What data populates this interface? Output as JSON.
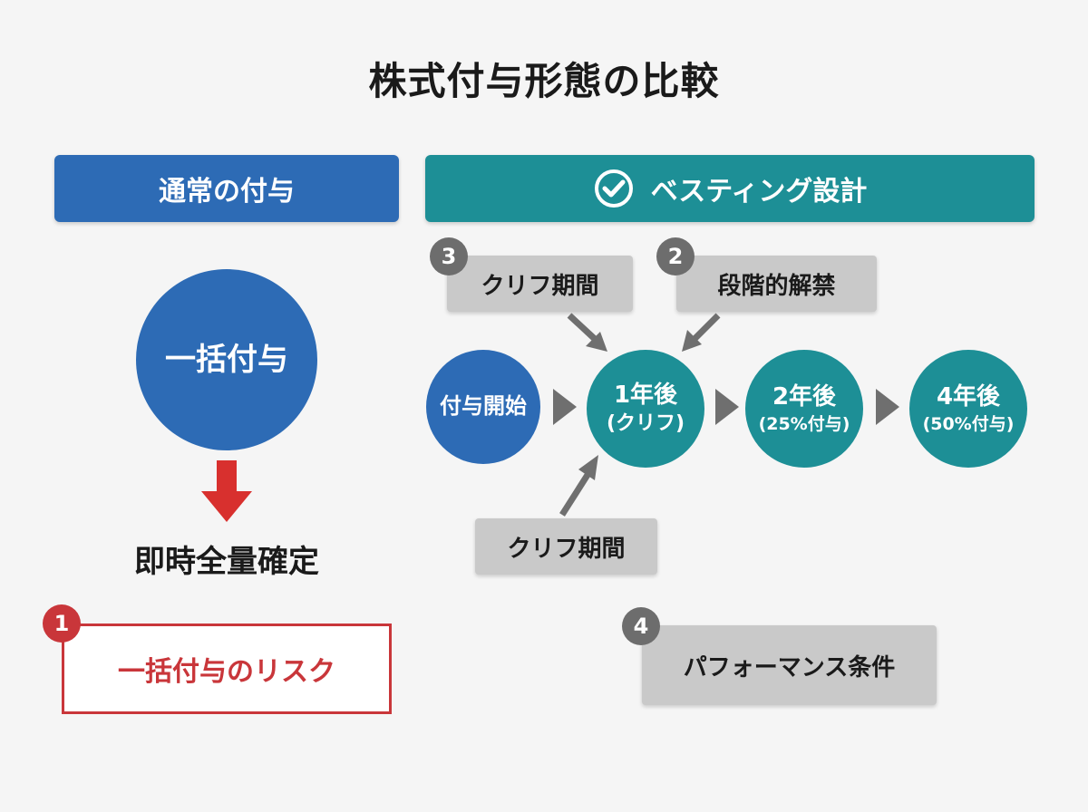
{
  "title": "株式付与形態の比較",
  "left": {
    "header": "通常の付与",
    "circle": "一括付与",
    "result": "即時全量確定",
    "risk": {
      "badge": "1",
      "label": "一括付与のリスク"
    }
  },
  "right": {
    "header": "ベスティング設計",
    "header_icon": "check-circle-icon",
    "timeline": [
      {
        "line1": "付与開始",
        "line2": ""
      },
      {
        "line1": "1年後",
        "line2": "(クリフ)"
      },
      {
        "line1": "2年後",
        "line2": "(25%付与)"
      },
      {
        "line1": "4年後",
        "line2": "(50%付与)"
      }
    ],
    "callouts": [
      {
        "badge": "3",
        "label": "クリフ期間"
      },
      {
        "badge": "2",
        "label": "段階的解禁"
      },
      {
        "badge": "",
        "label": "クリフ期間"
      },
      {
        "badge": "4",
        "label": "パフォーマンス条件"
      }
    ]
  },
  "colors": {
    "blue": "#2d6bb5",
    "teal": "#1d8f96",
    "red": "#c9363a",
    "grey": "#c9c9c9"
  }
}
